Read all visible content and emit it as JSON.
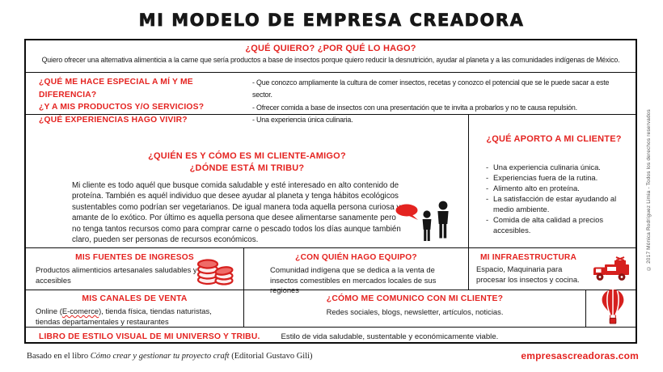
{
  "page_title": "MI MODELO DE EMPRESA CREADORA",
  "colors": {
    "accent_red": "#e42320",
    "ink": "#1a1a1a",
    "border": "#0d0d0d"
  },
  "sections": {
    "what_i_want": {
      "heading": "¿QUÉ QUIERO? ¿POR QUÉ LO HAGO?",
      "body": "Quiero ofrecer una alternativa alimenticia a la carne que sería productos a base de insectos porque quiero reducir la desnutrición, ayudar al planeta y a las comunidades indígenas de México."
    },
    "what_makes_me_special": {
      "heading_lines": [
        "¿QUÉ ME HACE ESPECIAL A MÍ Y ME DIFERENCIA?",
        "¿Y A MIS PRODUCTOS Y/O SERVICIOS?",
        "¿QUÉ EXPERIENCIAS HAGO VIVIR?"
      ],
      "bullets": [
        "- Que conozco ampliamente la cultura de comer insectos, recetas y conozco el potencial que se le puede sacar a este sector.",
        "- Ofrecer comida a base de insectos con una presentación que te invita a probarlos y no te causa repulsión.",
        "- Una experiencia única culinaria."
      ]
    },
    "client": {
      "heading_line1": "¿QUIÉN ES Y CÓMO ES MI CLIENTE-AMIGO?",
      "heading_line2": "¿DÓNDE ESTÁ MI TRIBU?",
      "body": "Mi cliente es todo aquél que busque comida saludable y esté interesado en alto contenido de proteína. También es aquél individuo que desee ayudar al planeta y tenga hábitos ecológicos sustentables como podrían ser vegetarianos. De igual manera toda aquella persona curiosa y amante de lo exótico. Por último es aquella persona que desee alimentarse sanamente pero no tenga tantos recursos como para comprar carne o pescado todos los días aunque también claro, pueden ser personas de recursos económicos."
    },
    "value": {
      "heading": "¿QUÉ APORTO A MI CLIENTE?",
      "bullets": [
        "Una experiencia culinaria única.",
        "Experiencias fuera de la rutina.",
        "Alimento alto en proteína.",
        "La satisfacción de estar ayudando al medio ambiente.",
        "Comida de alta calidad a precios accesibles."
      ]
    },
    "income": {
      "heading": "MIS FUENTES DE INGRESOS",
      "body": "Productos alimenticios artesanales saludables y accesibles"
    },
    "team": {
      "heading": "¿CON QUIÉN HAGO EQUIPO?",
      "body": "Comunidad indígena que se dedica a la venta de insectos comestibles en mercados locales de sus regiones"
    },
    "infrastructure": {
      "heading": "MI INFRAESTRUCTURA",
      "body": "Espacio, Maquinaria para procesar los insectos y cocina."
    },
    "channels": {
      "heading": "MIS CANALES DE VENTA",
      "body_pre": "Online (",
      "body_misspelled": "E-comerce",
      "body_post": "), tienda física, tiendas naturistas, tiendas departamentales y restaurantes"
    },
    "communication": {
      "heading": "¿CÓMO ME COMUNICO CON MI CLIENTE?",
      "body": "Redes sociales, blogs, newsletter, artículos, noticias."
    },
    "style_book": {
      "heading": "LIBRO DE ESTILO VISUAL DE MI UNIVERSO Y TRIBU.",
      "body": "Estilo de vida saludable, sustentable y económicamente viable."
    }
  },
  "icons": {
    "client": "people-speech-bubble-icon",
    "income": "coin-stacks-icon",
    "infrastructure": "food-truck-icon",
    "communication": "hot-air-balloon-icon"
  },
  "footer": {
    "credit_pre": "Basado en el libro ",
    "credit_title": "Cómo crear y gestionar tu proyecto craft",
    "credit_post": " (Editorial Gustavo Gili)",
    "website": "empresascreadoras.com"
  },
  "copyright_vertical": "© 2017  Mónica Rodríguez Limia - Todos los derechos reservados"
}
